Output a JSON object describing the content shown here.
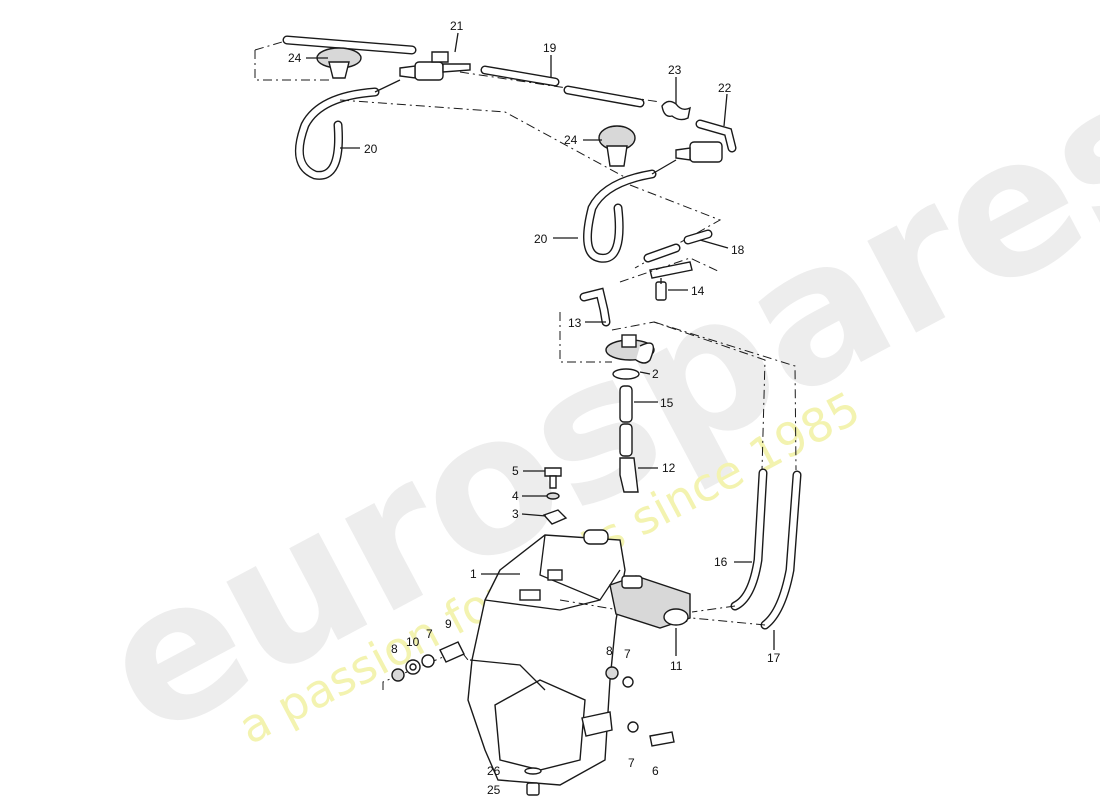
{
  "watermark": {
    "brand": "eurospares",
    "tagline": "a passion for parts since 1985",
    "brand_color": "#ededed",
    "tagline_color": "#f3f3b0"
  },
  "labels": {
    "p1": "1",
    "p2": "2",
    "p3": "3",
    "p4": "4",
    "p5": "5",
    "p6": "6",
    "p7a": "7",
    "p7b": "7",
    "p7c": "7",
    "p8a": "8",
    "p8b": "8",
    "p9": "9",
    "p10": "10",
    "p11": "11",
    "p12": "12",
    "p13": "13",
    "p14": "14",
    "p15": "15",
    "p16": "16",
    "p17": "17",
    "p18": "18",
    "p19": "19",
    "p20a": "20",
    "p20b": "20",
    "p21": "21",
    "p22": "22",
    "p23": "23",
    "p24a": "24",
    "p24b": "24",
    "p25": "25",
    "p26": "26"
  }
}
